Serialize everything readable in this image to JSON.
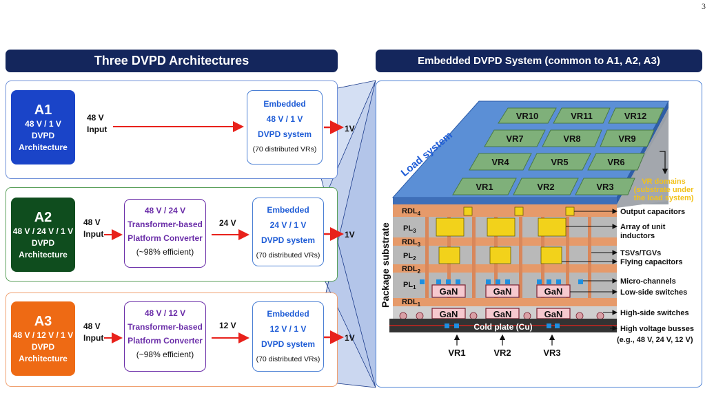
{
  "page_number": "3",
  "left_header": "Three DVPD Architectures",
  "right_header": "Embedded DVPD System (common to A1, A2, A3)",
  "architectures": [
    {
      "id": "A1",
      "lines": [
        "48 V / 1 V",
        "DVPD",
        "Architecture"
      ],
      "input": [
        "48 V",
        "Input"
      ],
      "embedded": {
        "title": "Embedded",
        "rating": "48 V / 1 V",
        "label": "DVPD system",
        "note": "(70 distributed VRs)"
      },
      "output": "1V",
      "color": "#1a44c8"
    },
    {
      "id": "A2",
      "lines": [
        "48 V / 24 V / 1 V",
        "DVPD",
        "Architecture"
      ],
      "input": [
        "48 V",
        "Input"
      ],
      "converter": {
        "rating": "48 V / 24 V",
        "line1": "Transformer-based",
        "line2": "Platform Converter",
        "eff": "(~98% efficient)"
      },
      "intermediate": "24 V",
      "embedded": {
        "title": "Embedded",
        "rating": "24 V / 1 V",
        "label": "DVPD system",
        "note": "(70 distributed VRs)"
      },
      "output": "1V",
      "color": "#0f4d1e"
    },
    {
      "id": "A3",
      "lines": [
        "48 V / 12 V / 1 V",
        "DVPD",
        "Architecture"
      ],
      "input": [
        "48 V",
        "Input"
      ],
      "converter": {
        "rating": "48 V / 12 V",
        "line1": "Transformer-based",
        "line2": "Platform Converter",
        "eff": "(~98% efficient)"
      },
      "intermediate": "12 V",
      "embedded": {
        "title": "Embedded",
        "rating": "12 V / 1 V",
        "label": "DVPD system",
        "note": "(70 distributed VRs)"
      },
      "output": "1V",
      "color": "#ee6a14"
    }
  ],
  "system": {
    "load_system": "Load system",
    "package_substrate": "Package substrate",
    "vr_grid": [
      [
        "VR10",
        "VR11",
        "VR12"
      ],
      [
        "VR7",
        "VR8",
        "VR9"
      ],
      [
        "VR4",
        "VR5",
        "VR6"
      ],
      [
        "VR1",
        "VR2",
        "VR3"
      ]
    ],
    "vr_domains": [
      "VR domains",
      "(substrate under",
      "the load system)"
    ],
    "layers": {
      "rdl4": "RDL",
      "rdl4_sub": "4",
      "pl3": "PL",
      "pl3_sub": "3",
      "rdl3": "RDL",
      "rdl3_sub": "3",
      "pl2": "PL",
      "pl2_sub": "2",
      "rdl2": "RDL",
      "rdl2_sub": "2",
      "pl1": "PL",
      "pl1_sub": "1",
      "rdl1": "RDL",
      "rdl1_sub": "1"
    },
    "gan": "GaN",
    "cold_plate": "Cold plate (Cu)",
    "bottom_vrs": [
      "VR1",
      "VR2",
      "VR3"
    ],
    "annotations": [
      "Output capacitors",
      "Array of unit",
      "inductors",
      "TSVs/TGVs",
      "Flying capacitors",
      "Micro-channels",
      "Low-side switches",
      "High-side switches",
      "High voltage busses",
      "(e.g., 48 V, 24 V, 12 V)"
    ],
    "colors": {
      "accent_blue": "#1e5cd6",
      "arrow_red": "#e8211b",
      "yellow_label": "#f2c21b",
      "copper": "#e69a6a",
      "gan_fill": "#f6c9cf",
      "vr_green": "#7fb07a"
    }
  }
}
